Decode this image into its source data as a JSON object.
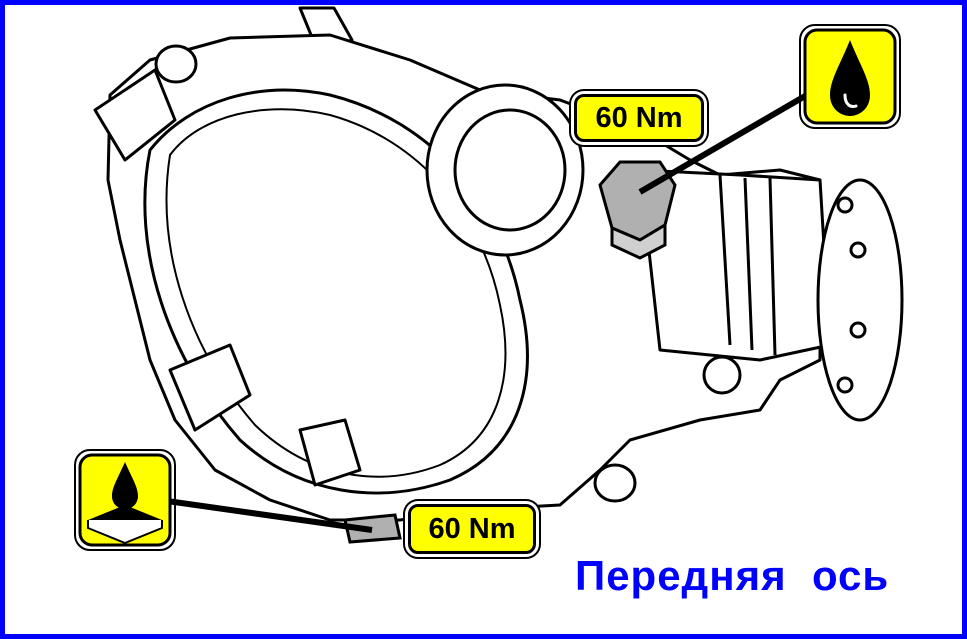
{
  "labels": {
    "torque_top": "60 Nm",
    "torque_bottom": "60 Nm",
    "caption": "Передняя  ось"
  },
  "icons": {
    "top": "oil-drop-icon",
    "bottom": "oil-drain-pan-icon"
  },
  "colors": {
    "border": "#0000ff",
    "label_fill": "#ffff00",
    "caption": "#0000ff",
    "plug": "#b0b0b0"
  }
}
